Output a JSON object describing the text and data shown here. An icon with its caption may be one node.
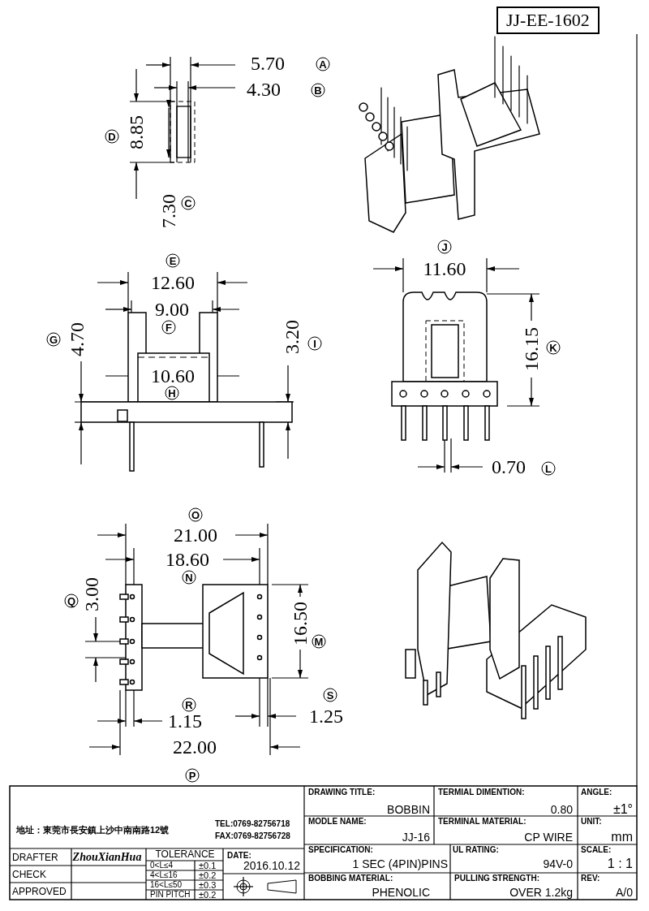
{
  "diagram": {
    "labels": [
      "JJ-EE-1602",
      "5.70",
      "A",
      "4.30",
      "B",
      "D",
      "8.85",
      "7.30",
      "C",
      "E",
      "12.60",
      "9.00",
      "F",
      "G",
      "4.70",
      "10.60",
      "H",
      "3.20",
      "I",
      "J",
      "11.60",
      "16.15",
      "K",
      "0.70",
      "L",
      "O",
      "21.00",
      "18.60",
      "N",
      "Q",
      "3.00",
      "16.50",
      "M",
      "R",
      "S",
      "1.15",
      "1.25",
      "22.00",
      "P",
      "地址：東莞市長安鎮上沙中南南路12號",
      "TEL:0769-82756718",
      "FAX:0769-82756728",
      "DRAWING TITLE:",
      "BOBBIN",
      "TERMIAL DIMENTION:",
      "0.80",
      "ANGLE:",
      "±1°",
      "MODLE NAME:",
      "JJ-16",
      "TERMINAL MATERIAL:",
      "CP WIRE",
      "UNIT:",
      "mm",
      "DRAFTER",
      "ZhouXianHua",
      "TOLERANCE",
      "DATE:",
      "0<L≤4",
      "±0.1",
      "2016.10.12",
      "CHECK",
      "4<L≤16",
      "±0.2",
      "16<L≤50",
      "±0.3",
      "APPROVED",
      "PIN PITCH",
      "±0.2",
      "SPECIFICATION:",
      "1 SEC (4PIN)PINS",
      "UL RATING:",
      "94V-0",
      "SCALE:",
      "1 : 1",
      "BOBBING MATERIAL:",
      "PHENOLIC",
      "PULLING STRENGTH:",
      "OVER 1.2kg",
      "REV:",
      "A/0"
    ]
  }
}
